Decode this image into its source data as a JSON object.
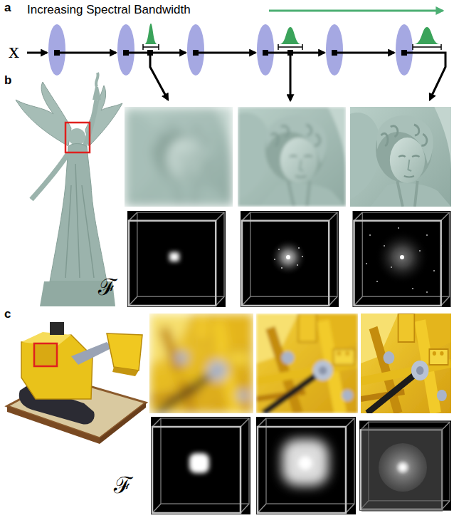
{
  "diagram": {
    "labels": [
      "a",
      "Increasing Spectral Bandwidth",
      "x",
      "b",
      "ℱ",
      "c",
      "ℱ"
    ]
  }
}
